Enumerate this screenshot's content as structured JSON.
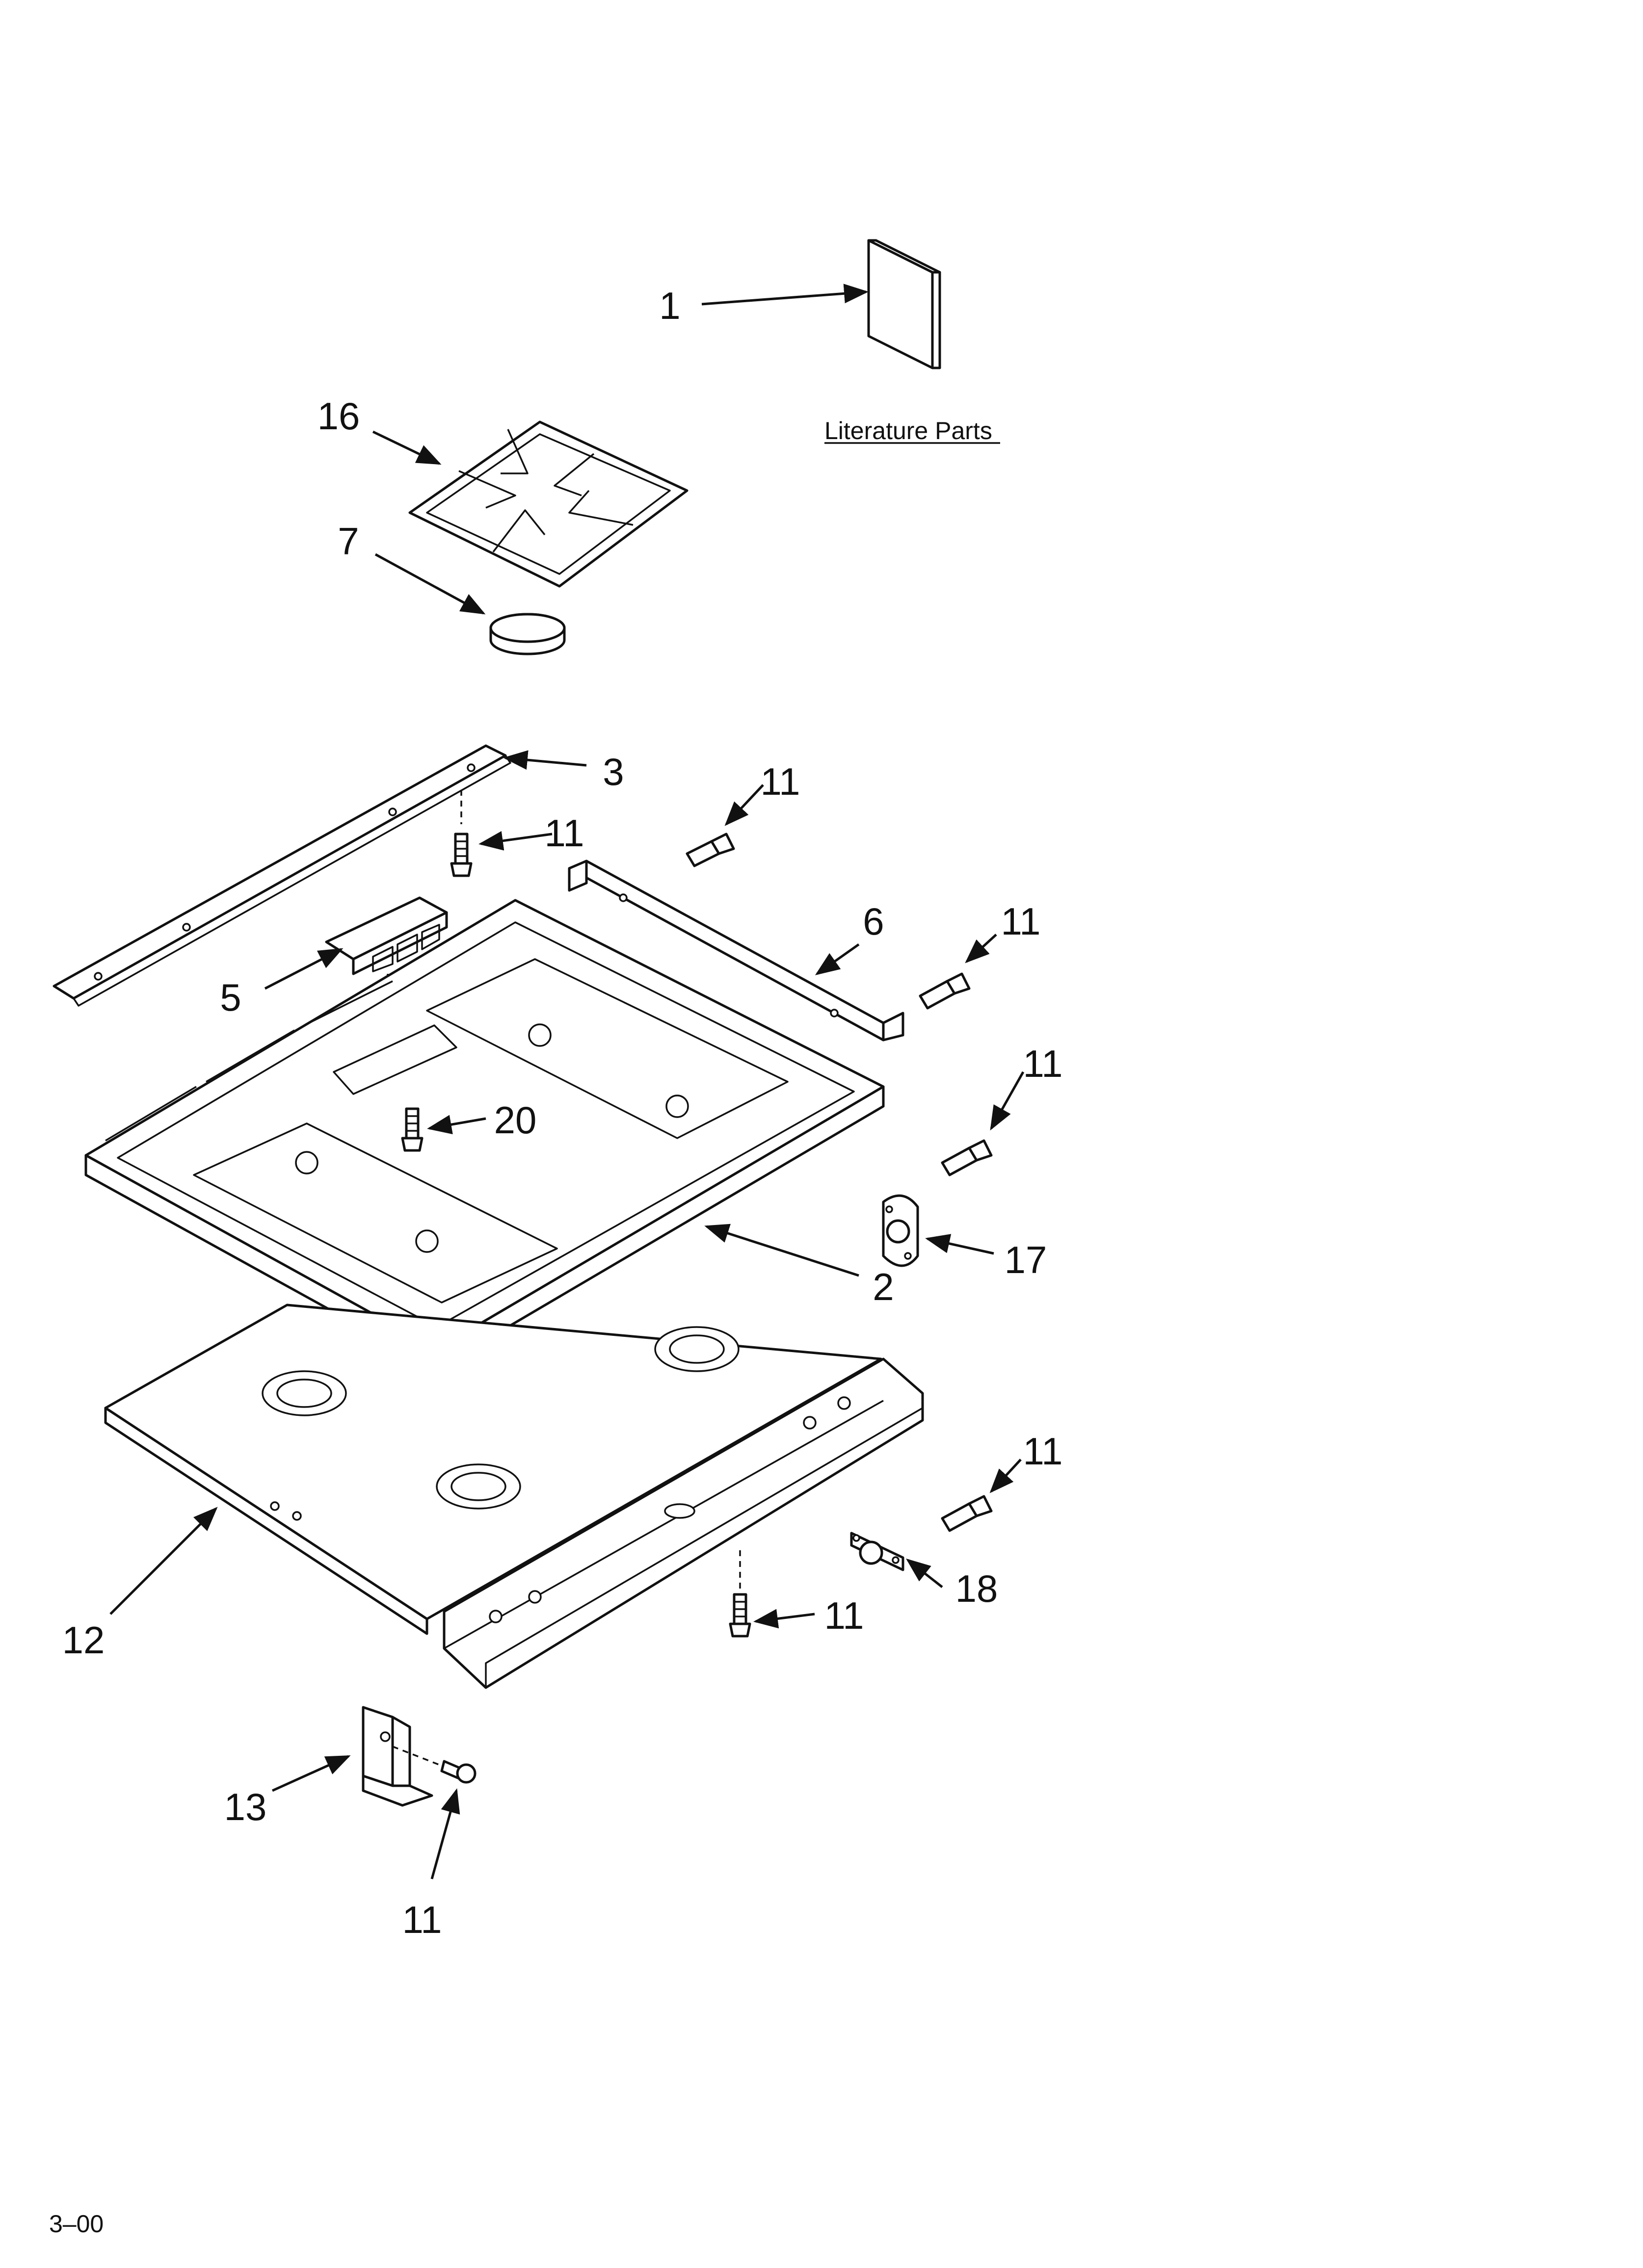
{
  "callouts": [
    {
      "id": "c1",
      "number": "1"
    },
    {
      "id": "c16",
      "number": "16"
    },
    {
      "id": "c7",
      "number": "7"
    },
    {
      "id": "c3",
      "number": "3"
    },
    {
      "id": "c11a",
      "number": "11"
    },
    {
      "id": "c11b",
      "number": "11"
    },
    {
      "id": "c6",
      "number": "6"
    },
    {
      "id": "c11c",
      "number": "11"
    },
    {
      "id": "c5",
      "number": "5"
    },
    {
      "id": "c20",
      "number": "20"
    },
    {
      "id": "c11d",
      "number": "11"
    },
    {
      "id": "c17",
      "number": "17"
    },
    {
      "id": "c2",
      "number": "2"
    },
    {
      "id": "c11e",
      "number": "11"
    },
    {
      "id": "c18",
      "number": "18"
    },
    {
      "id": "c11f",
      "number": "11"
    },
    {
      "id": "c12",
      "number": "12"
    },
    {
      "id": "c13",
      "number": "13"
    },
    {
      "id": "c11g",
      "number": "11"
    }
  ],
  "literature_label": "Literature Parts",
  "footer_code": "3–00"
}
